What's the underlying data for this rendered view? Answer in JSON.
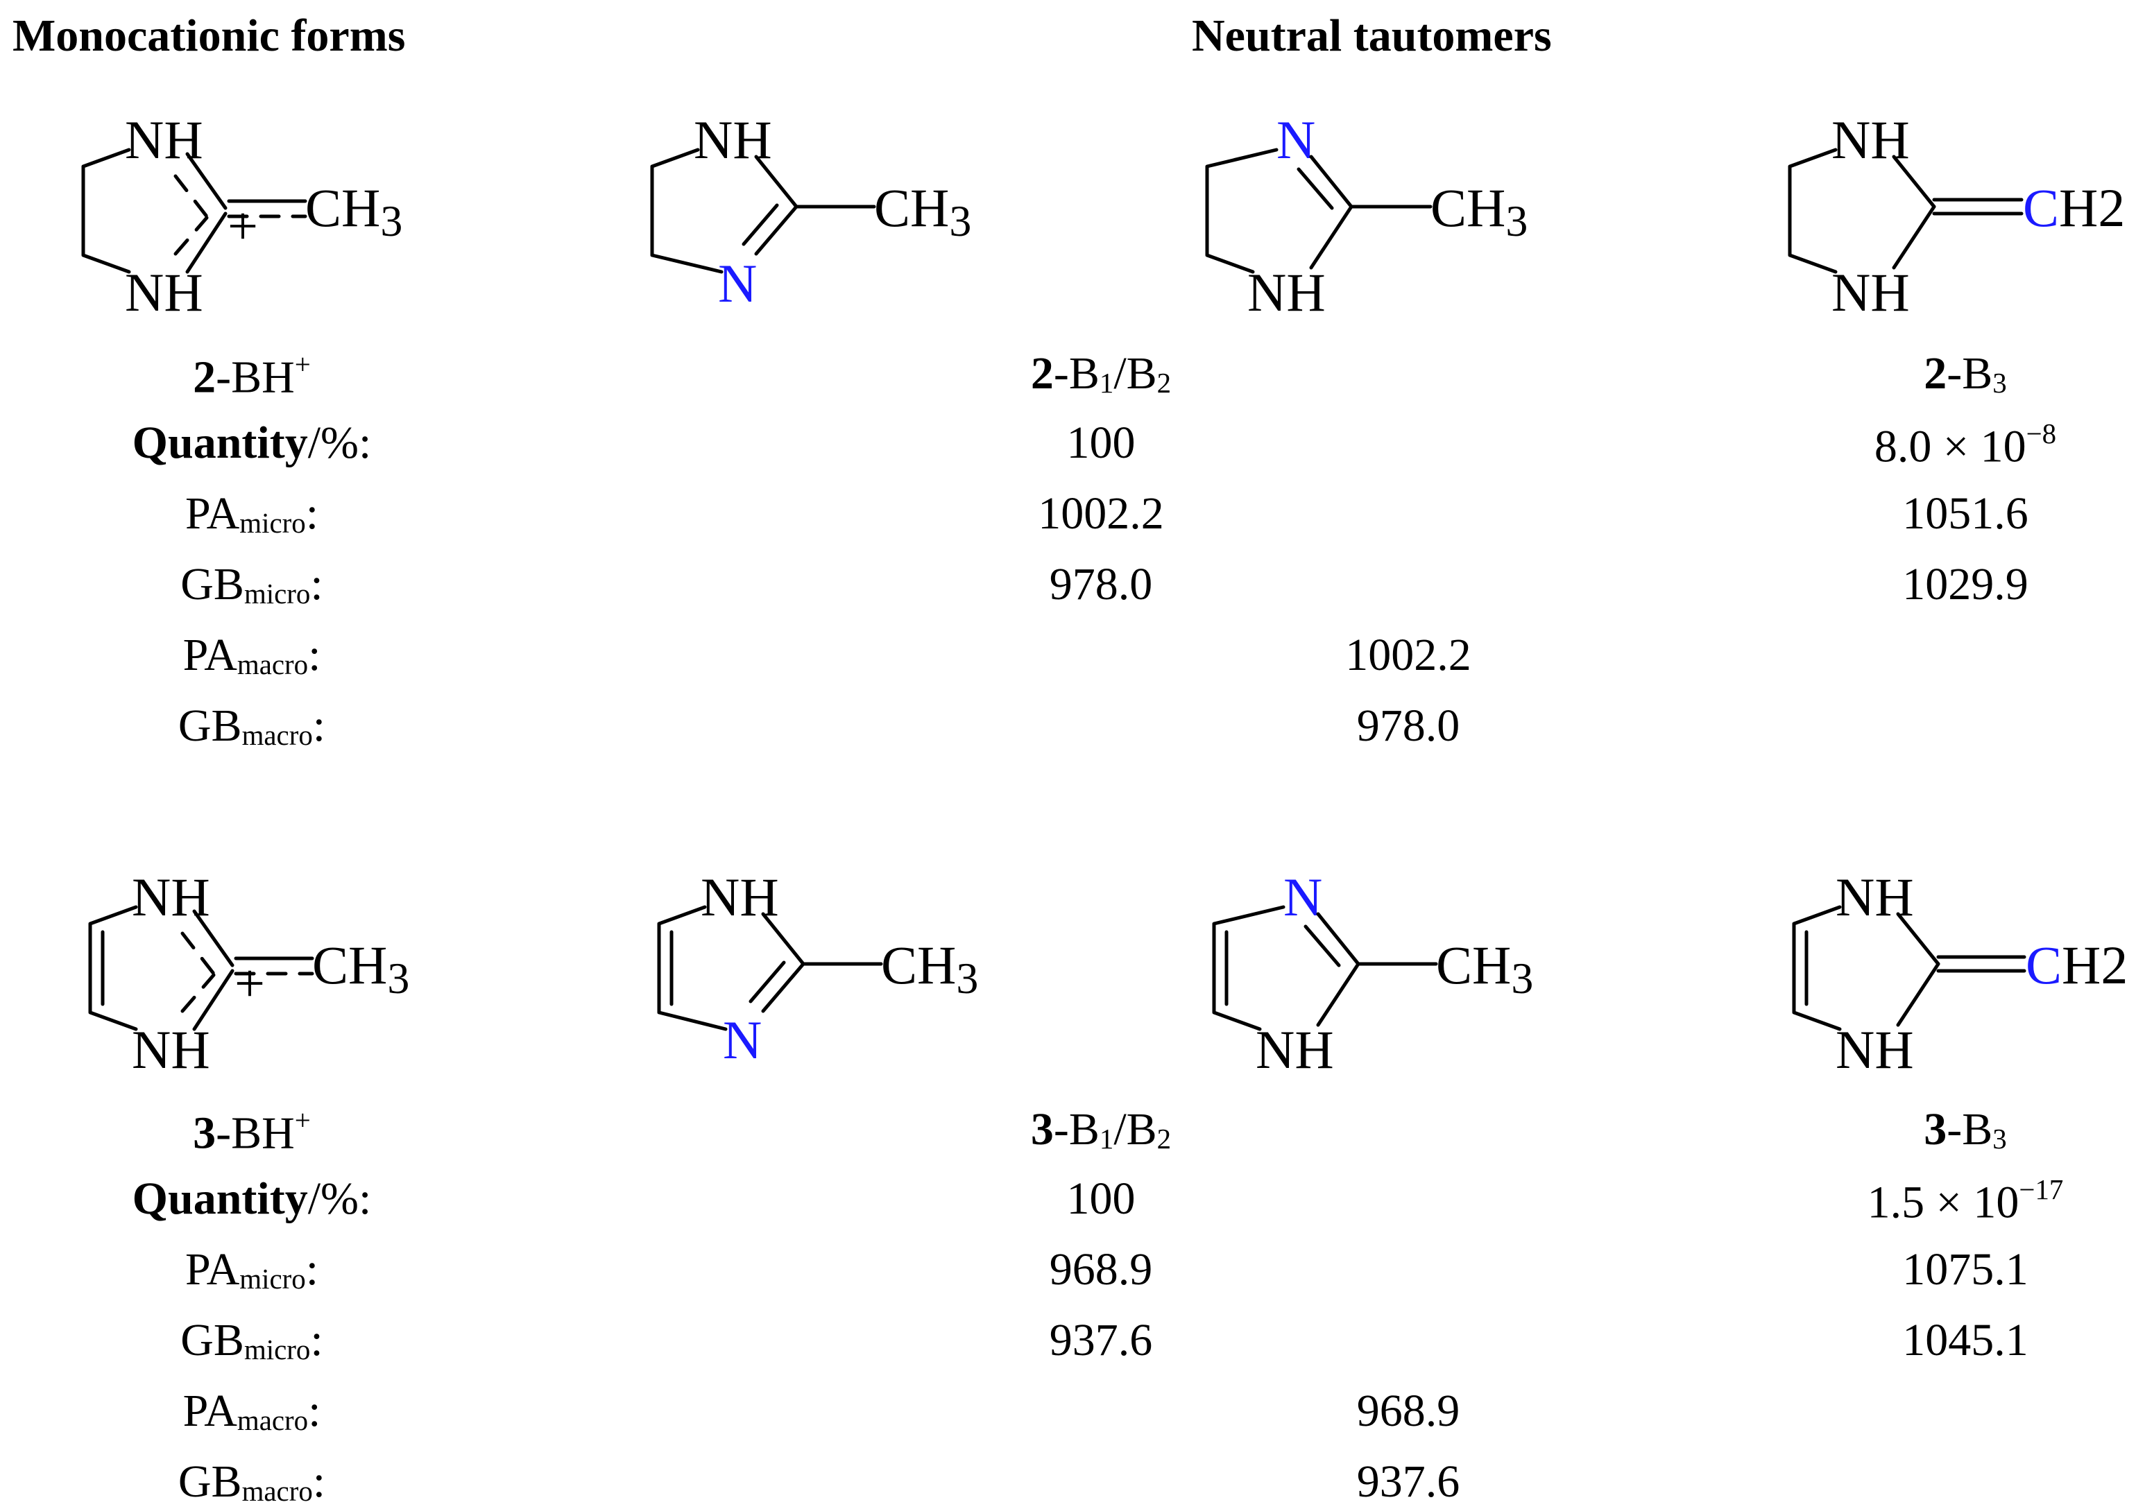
{
  "headers": {
    "monocationic": "Monocationic forms",
    "neutral": "Neutral tautomers"
  },
  "atom_labels": {
    "nh": "NH",
    "n": "N",
    "ch3_main": "CH",
    "ch3_sub": "3",
    "ch2_c": "C",
    "ch2_sub": "H2",
    "plus": "+"
  },
  "row_labels": {
    "quantity_bold": "Quantity",
    "quantity_rest": "/%:",
    "pa": "PA",
    "gb": "GB",
    "micro": "micro",
    "macro": "macro",
    "colon": ":"
  },
  "highlight_color": "#1a1aff",
  "compounds": [
    {
      "id": "2",
      "cation": {
        "num": "2",
        "label": "-BH",
        "sup": "+"
      },
      "b12": {
        "num": "2",
        "pre": "-B",
        "s1": "1",
        "mid": "/B",
        "s2": "2"
      },
      "b3": {
        "num": "2",
        "pre": "-B",
        "s": "3"
      },
      "quantity": {
        "b12": "100",
        "b3_mant": "8.0 × 10",
        "b3_exp": "−8"
      },
      "pa_micro": {
        "b12": "1002.2",
        "b3": "1051.6"
      },
      "gb_micro": {
        "b12": "978.0",
        "b3": "1029.9"
      },
      "pa_macro": "1002.2",
      "gb_macro": "978.0"
    },
    {
      "id": "3",
      "cation": {
        "num": "3",
        "label": "-BH",
        "sup": "+"
      },
      "b12": {
        "num": "3",
        "pre": "-B",
        "s1": "1",
        "mid": "/B",
        "s2": "2"
      },
      "b3": {
        "num": "3",
        "pre": "-B",
        "s": "3"
      },
      "quantity": {
        "b12": "100",
        "b3_mant": "1.5 × 10",
        "b3_exp": "−17"
      },
      "pa_micro": {
        "b12": "968.9",
        "b3": "1075.1"
      },
      "gb_micro": {
        "b12": "937.6",
        "b3": "1045.1"
      },
      "pa_macro": "968.9",
      "gb_macro": "937.6"
    }
  ]
}
